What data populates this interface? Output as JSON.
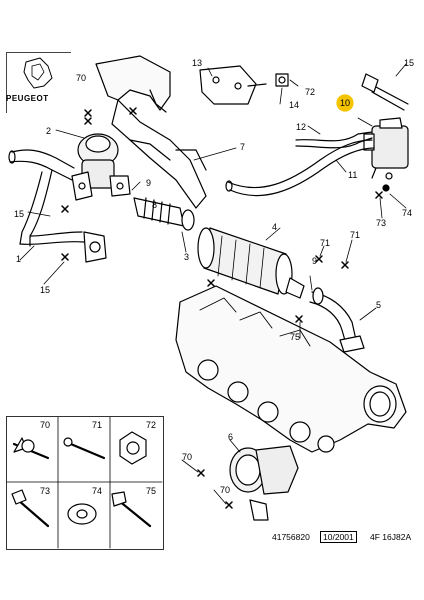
{
  "brand": {
    "name": "PEUGEOT"
  },
  "parts": {
    "p1": "1",
    "p2": "2",
    "p3": "3",
    "p4": "4",
    "p5": "5",
    "p6": "6",
    "p7": "7",
    "p8": "8",
    "p9a": "9",
    "p9b": "9",
    "p10": "10",
    "p11": "11",
    "p12": "12",
    "p13": "13",
    "p14": "14",
    "p15a": "15",
    "p15b": "15",
    "p15c": "15",
    "p70a": "70",
    "p70b": "70",
    "p70c": "70",
    "p71a": "71",
    "p71b": "71",
    "p72": "72",
    "p73": "73",
    "p74": "74",
    "p75": "75"
  },
  "legend": {
    "c70": "70",
    "c71": "71",
    "c72": "72",
    "c73": "73",
    "c74": "74",
    "c75": "75"
  },
  "footer": {
    "ref": "41756820",
    "date": "10/2001",
    "code": "4F 16J82A"
  },
  "colors": {
    "line": "#000000",
    "highlight_circle": "#f5c400"
  }
}
